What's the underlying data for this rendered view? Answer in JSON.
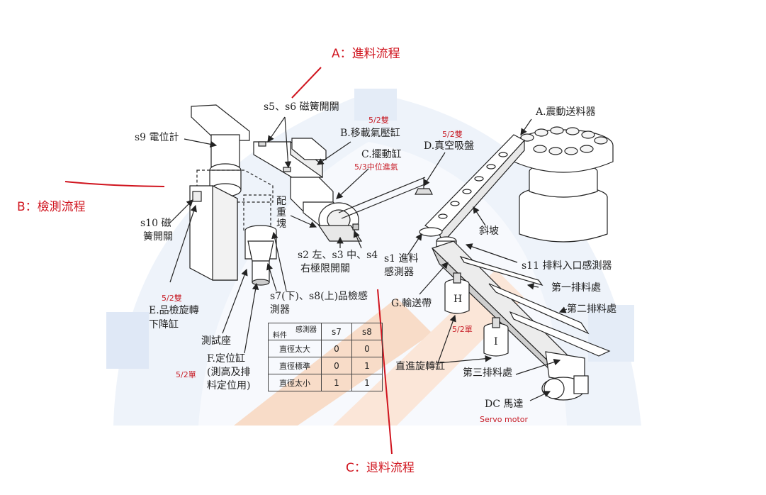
{
  "flows": {
    "a": "A：進料流程",
    "b": "B：檢測流程",
    "c": "C：退料流程"
  },
  "labels": {
    "vibratory_feeder": "A.震動送料器",
    "transfer_cylinder": "B.移載氣壓缸",
    "swing_cylinder": "C.擺動缸",
    "vacuum_cup": "D.真空吸盤",
    "rotate_lift_cylinder_1": "E.品檢旋轉",
    "rotate_lift_cylinder_2": "下降缸",
    "positioning_cylinder_1": "F.定位缸",
    "positioning_cylinder_2": "(測高及排",
    "positioning_cylinder_3": "料定位用)",
    "conveyor": "G.輸送帶",
    "s5_s6": "s5、s6 磁簧開關",
    "s9": "s9 電位計",
    "s10_1": "s10 磁",
    "s10_2": "簧開關",
    "counterweight_1": "配",
    "counterweight_2": "重",
    "counterweight_3": "塊",
    "s2_s3_s4_1": "s2 左、s3 中、s4",
    "s2_s3_s4_2": "右極限開關",
    "s1_1": "s1 進料",
    "s1_2": "感測器",
    "slope": "斜坡",
    "s11": "s11 排料入口感測器",
    "first_discharge": "第一排料處",
    "second_discharge": "第二排料處",
    "third_discharge": "第三排料處",
    "s7_s8_1": "s7(下)、s8(上)品檢感",
    "s7_s8_2": "測器",
    "test_seat": "測試座",
    "rotary_cylinder": "直進旋轉缸",
    "dc_motor": "DC 馬達",
    "h": "H",
    "i": "I"
  },
  "red_notes": {
    "b_valve": "5/2雙",
    "c_valve": "5/3中位進氣",
    "d_valve": "5/2雙",
    "e_valve": "5/2雙",
    "f_valve": "5/2單",
    "h_valve": "5/2單",
    "motor": "Servo motor"
  },
  "truth_table": {
    "corner_top": "感測器",
    "corner_bottom": "料件",
    "col_s7": "s7",
    "col_s8": "s8",
    "rows": [
      {
        "name": "直徑太大",
        "s7": "0",
        "s8": "0"
      },
      {
        "name": "直徑標準",
        "s7": "0",
        "s8": "1"
      },
      {
        "name": "直徑太小",
        "s7": "1",
        "s8": "1"
      }
    ]
  },
  "colors": {
    "flow_red": "#d0141e",
    "note_red": "#c8202a",
    "line": "#222222",
    "watermark_blue": "#b9cbe6",
    "watermark_orange": "#f4c7a8"
  }
}
